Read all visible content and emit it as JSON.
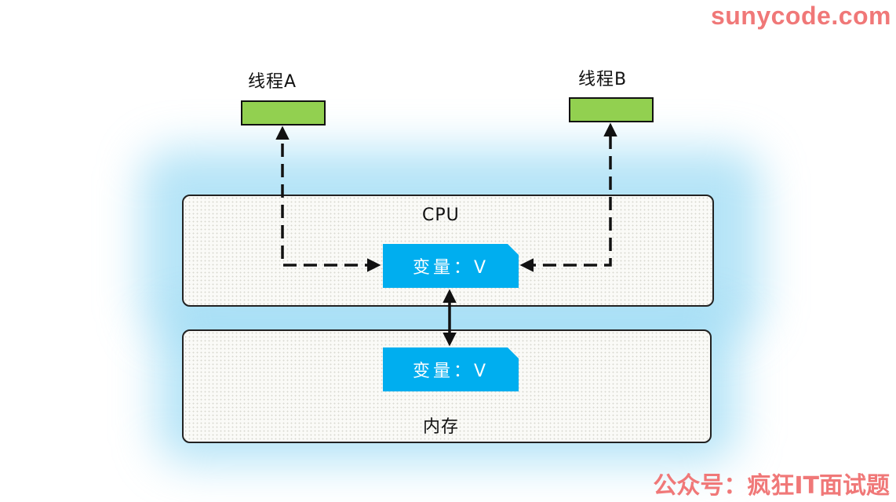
{
  "watermarks": {
    "top": "sunycode.com",
    "bottom": "公众号：疯狂IT面试题"
  },
  "threads": [
    {
      "label": "线程A"
    },
    {
      "label": "线程B"
    }
  ],
  "cpu": {
    "label": "CPU",
    "variable": "变量：V"
  },
  "memory": {
    "label": "内存",
    "variable": "变量：V"
  },
  "colors": {
    "thread_box": "#92d050",
    "variable_box": "#00aeef",
    "glow": "#78cdf0",
    "watermark": "#f07878"
  }
}
